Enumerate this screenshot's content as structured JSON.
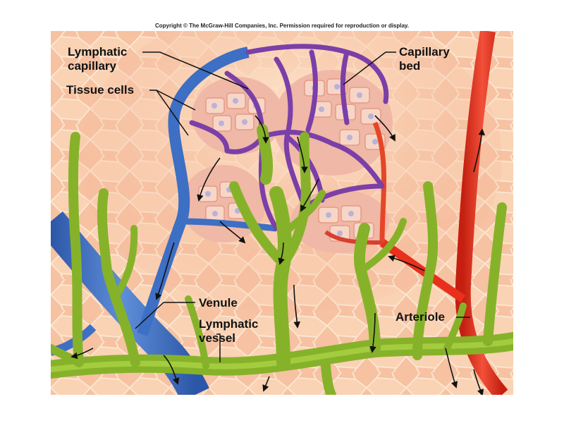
{
  "copyright": "Copyright © The McGraw-Hill Companies, Inc. Permission required for reproduction or display.",
  "labels": {
    "lymphatic_capillary_1": "Lymphatic",
    "lymphatic_capillary_2": "capillary",
    "tissue_cells": "Tissue cells",
    "capillary_bed_1": "Capillary",
    "capillary_bed_2": "bed",
    "venule": "Venule",
    "lymphatic_vessel_1": "Lymphatic",
    "lymphatic_vessel_2": "vessel",
    "arteriole": "Arteriole"
  },
  "colors": {
    "background": "#f6c2a2",
    "tissue_outline": "#f8e2c8",
    "vein": "#3d6fc4",
    "vein_light": "#6f98dc",
    "artery": "#e8301c",
    "capillary": "#7b3fa8",
    "lymph": "#86b22a",
    "lymph_dark": "#5f861a",
    "cell_fill": "#f3c9b8",
    "nucleus": "#b9b3d6"
  }
}
